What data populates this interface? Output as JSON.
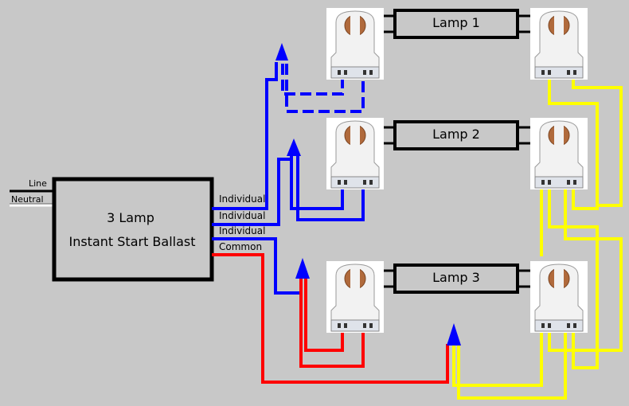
{
  "ballast": {
    "line1": "3 Lamp",
    "line2": "Instant Start Ballast"
  },
  "supply": {
    "line_label": "Line",
    "neutral_label": "Neutral"
  },
  "ballast_wires": {
    "w1": "Individual",
    "w2": "Individual",
    "w3": "Individual",
    "w4": "Common"
  },
  "lamps": [
    {
      "label": "Lamp 1"
    },
    {
      "label": "Lamp 2"
    },
    {
      "label": "Lamp 3"
    }
  ],
  "colors": {
    "background": "#c8c8c8",
    "individual_wire": "#0000ff",
    "common_wire": "#ff0000",
    "jumper_wire": "#ffff00",
    "outline": "#000000"
  }
}
